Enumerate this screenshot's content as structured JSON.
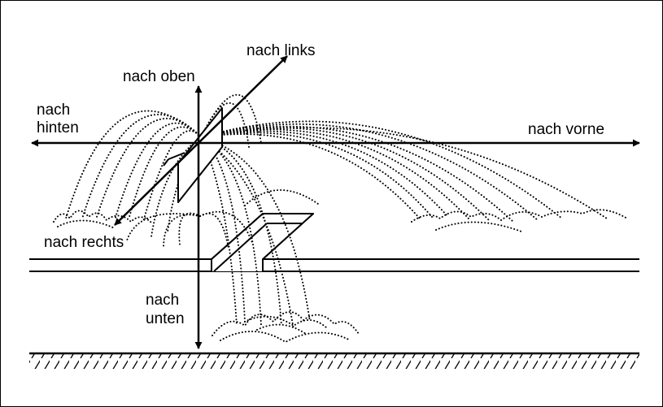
{
  "labels": {
    "left": "nach links",
    "up": "nach oben",
    "back_line1": "nach",
    "back_line2": "hinten",
    "front": "nach vorne",
    "right": "nach rechts",
    "down_line1": "nach",
    "down_line2": "unten"
  },
  "colors": {
    "ink": "#000000",
    "background": "#ffffff"
  }
}
